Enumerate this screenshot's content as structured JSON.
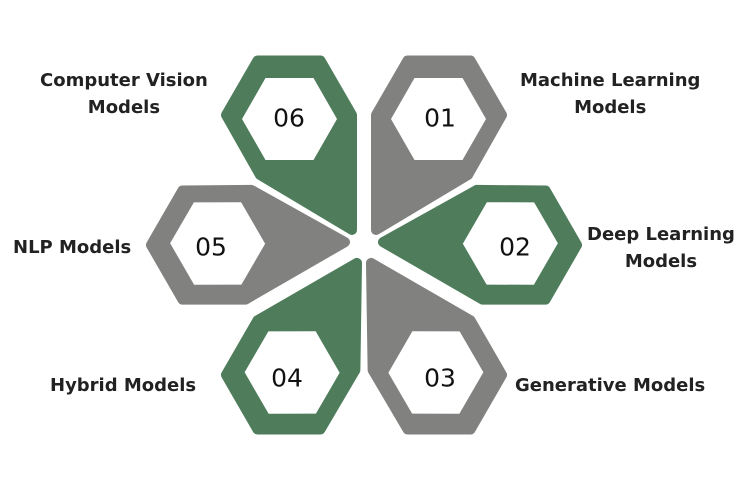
{
  "colors": {
    "green": "#4f7d5c",
    "gray": "#818180"
  },
  "items": [
    {
      "number": "01",
      "label_line1": "Machine Learning",
      "label_line2": "Models"
    },
    {
      "number": "02",
      "label_line1": "Deep Learning",
      "label_line2": "Models"
    },
    {
      "number": "03",
      "label_line1": "Generative Models",
      "label_line2": ""
    },
    {
      "number": "04",
      "label_line1": "Hybrid Models",
      "label_line2": ""
    },
    {
      "number": "05",
      "label_line1": "NLP Models",
      "label_line2": ""
    },
    {
      "number": "06",
      "label_line1": "Computer Vision",
      "label_line2": "Models"
    }
  ]
}
